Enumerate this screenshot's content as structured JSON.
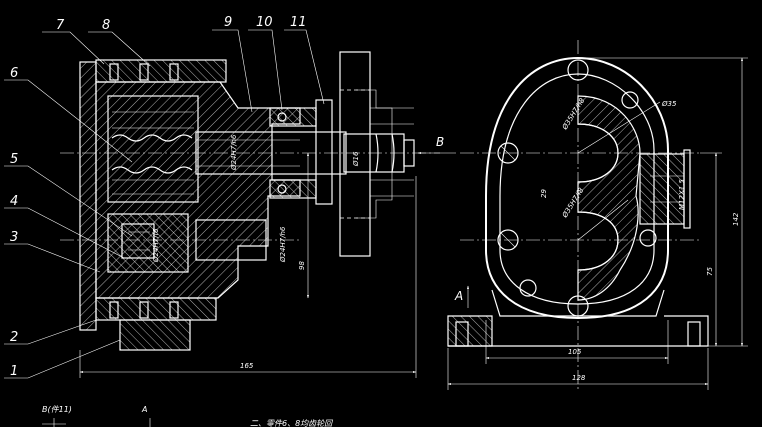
{
  "part_numbers": [
    "7",
    "8",
    "9",
    "10",
    "11",
    "6",
    "5",
    "4",
    "3",
    "2",
    "1"
  ],
  "arrow_b": "B",
  "arrow_a": "A",
  "dims": {
    "shaft_fit": "Ø24H7/h6",
    "stub_dia": "Ø16",
    "gear_fit": "Ø24H7/f6",
    "bore_fit": "Ø24H7/h6",
    "height_98": "98",
    "length_165": "165",
    "gear_circle": "Ø35",
    "upper_fit": "Ø35H7/h8",
    "lower_fit": "Ø35H7/f8",
    "center_29": "29",
    "thread": "M12X1.5",
    "height_142": "142",
    "height_75": "75",
    "width_105": "105",
    "width_128": "128"
  },
  "footer": {
    "view_b": "B(件11)",
    "view_a": "A",
    "note": "二、零件6、8均齿轮回"
  }
}
